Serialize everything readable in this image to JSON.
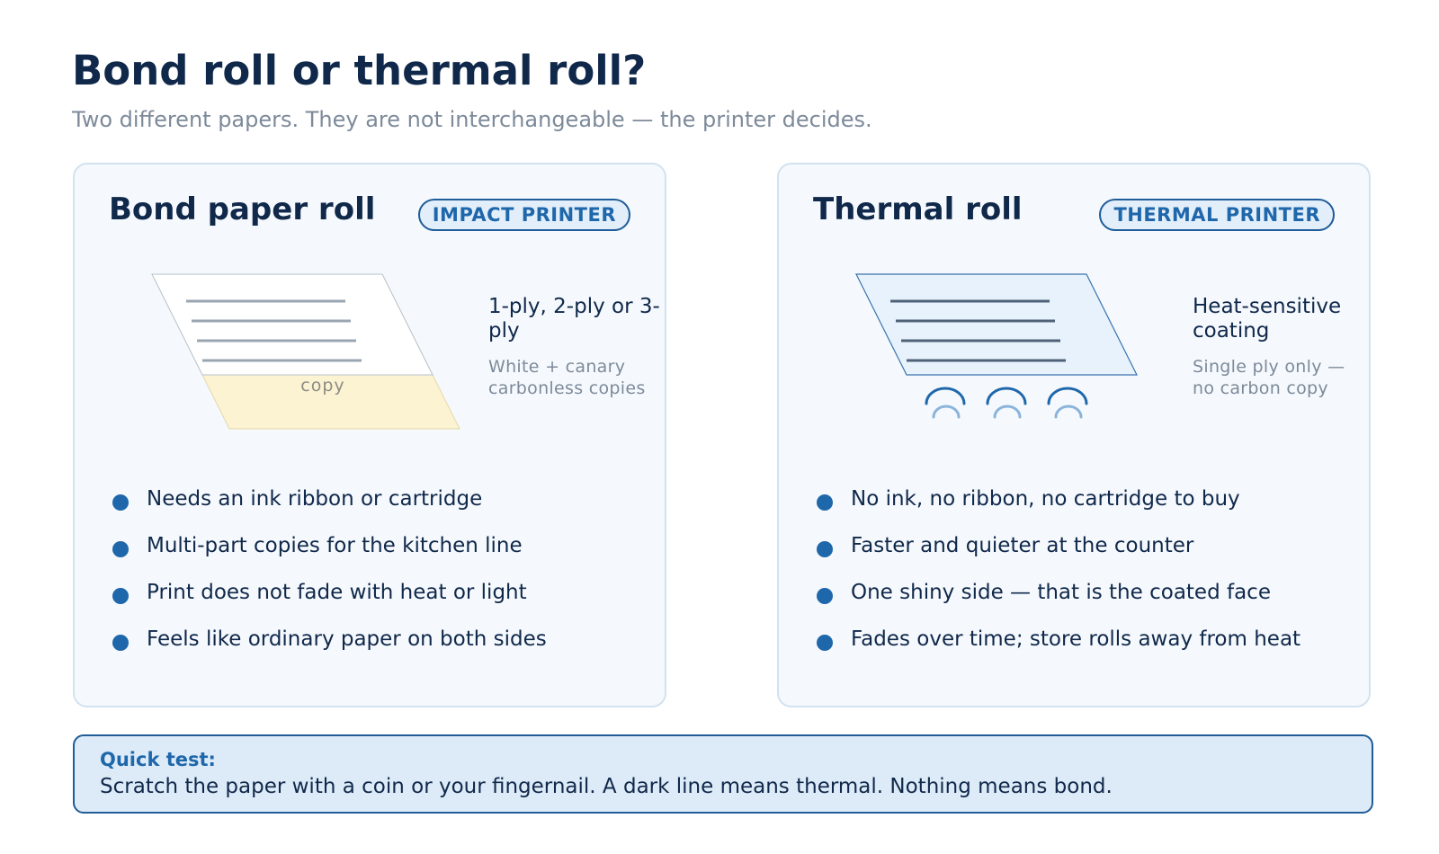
{
  "header": {
    "title": "Bond roll or thermal roll?",
    "subtitle": "Two different papers. They are not interchangeable — the printer decides."
  },
  "cards": {
    "bond": {
      "title": "Bond paper roll",
      "badge": "IMPACT PRINTER",
      "illustration": {
        "copy_label": "copy",
        "copy_color": "#fcf3d3",
        "top_sheet_color": "#ffffff"
      },
      "note_head": "1-ply, 2-ply or 3-ply",
      "note_sub": "White + canary carbonless copies",
      "bullets": [
        "Needs an ink ribbon or cartridge",
        "Multi-part copies for the kitchen line",
        "Print does not fade with heat or light",
        "Feels like ordinary paper on both sides"
      ]
    },
    "thermal": {
      "title": "Thermal roll",
      "badge": "THERMAL PRINTER",
      "illustration": {
        "sheet_color": "#e7f2fc",
        "heat_icon": "heat-waves-icon"
      },
      "note_head": "Heat-sensitive coating",
      "note_sub": "Single ply only — no carbon copy",
      "bullets": [
        "No ink, no ribbon, no cartridge to buy",
        "Faster and quieter at the counter",
        "One shiny side — that is the coated face",
        "Fades over time; store rolls away from heat"
      ]
    }
  },
  "quick_test": {
    "label": "Quick test:",
    "text": "Scratch the paper with a coin or your fingernail. A dark line means thermal. Nothing means bond."
  },
  "colors": {
    "title": "#10284a",
    "accent": "#1f67ab",
    "muted": "#7d8a9a",
    "card_bg": "#f5f9fd"
  }
}
